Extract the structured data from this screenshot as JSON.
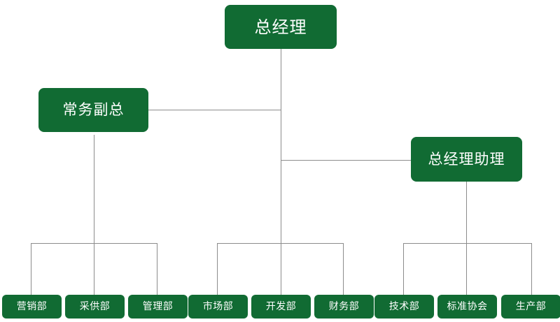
{
  "diagram": {
    "type": "organization-chart",
    "title": "",
    "colors": {
      "node_fill": "#116b33",
      "node_text": "#ffffff",
      "connector": "#8c8c8c",
      "background": "#ffffff"
    }
  },
  "nodes": {
    "general_manager": {
      "label": "总经理",
      "level": 1
    },
    "executive_vp": {
      "label": "常务副总",
      "level": 2
    },
    "gm_assistant": {
      "label": "总经理助理",
      "level": 2
    },
    "departments": [
      {
        "label": "营销部",
        "group": "executive_vp"
      },
      {
        "label": "采供部",
        "group": "executive_vp"
      },
      {
        "label": "管理部",
        "group": "executive_vp"
      },
      {
        "label": "市场部",
        "group": "general_manager"
      },
      {
        "label": "开发部",
        "group": "general_manager"
      },
      {
        "label": "财务部",
        "group": "general_manager"
      },
      {
        "label": "技术部",
        "group": "gm_assistant"
      },
      {
        "label": "标准协会",
        "group": "gm_assistant"
      },
      {
        "label": "生产部",
        "group": "gm_assistant"
      }
    ]
  }
}
